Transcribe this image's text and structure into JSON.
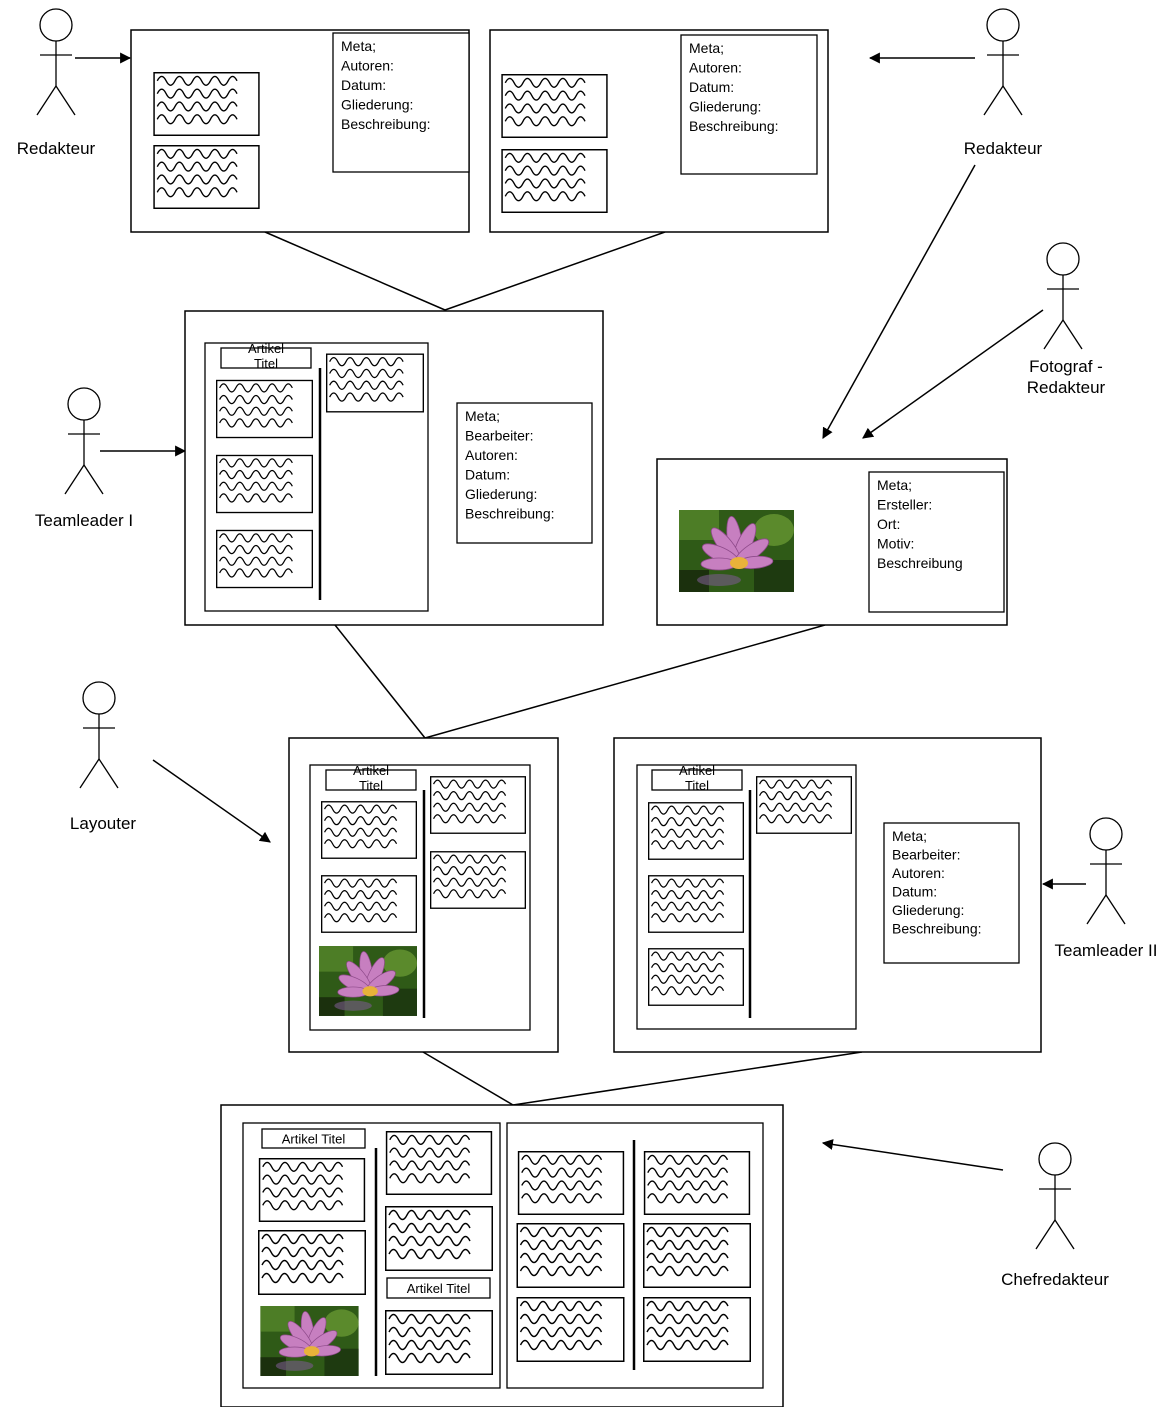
{
  "actors": {
    "redakteur_left": "Redakteur",
    "redakteur_right": "Redakteur",
    "fotograf": [
      "Fotograf -",
      "Redakteur"
    ],
    "teamleader1": "Teamleader I",
    "layouter": "Layouter",
    "teamleader2": "Teamleader II",
    "chefredakteur": "Chefredakteur"
  },
  "meta_text": {
    "text_doc": [
      "Meta;",
      "Autoren:",
      "Datum:",
      "Gliederung:",
      "Beschreibung:"
    ],
    "article": [
      "Meta;",
      "Bearbeiter:",
      "Autoren:",
      "Datum:",
      "Gliederung:",
      "Beschreibung:"
    ],
    "photo": [
      "Meta;",
      "Ersteller:",
      "Ort:",
      "Motiv:",
      "Beschreibung"
    ]
  },
  "article_title_two_line": [
    "Artikel",
    "Titel"
  ],
  "article_title": "Artikel Titel",
  "colors": {
    "stroke": "#000000",
    "background": "#ffffff",
    "flower_petal": "#c77fc0",
    "flower_center": "#e8b23a",
    "leaf": "#3e6b1e"
  }
}
